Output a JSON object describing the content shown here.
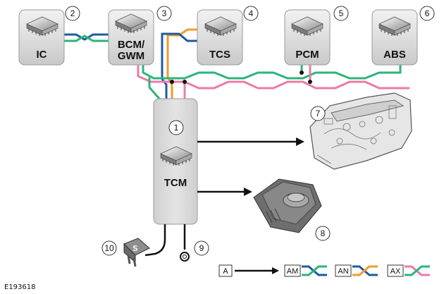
{
  "colors": {
    "can_dark_blue": "#1f5aa0",
    "can_green": "#2bb579",
    "can_orange": "#f39a2c",
    "can_pink": "#ee79a8",
    "module_fill": "#dcdcdc",
    "tcm_fill": "#d7d7d7"
  },
  "modules": {
    "ic": {
      "label": "IC",
      "callout": "2"
    },
    "bcm": {
      "label_line1": "BCM/",
      "label_line2": "GWM",
      "callout": "3"
    },
    "tcs": {
      "label": "TCS",
      "callout": "4"
    },
    "pcm": {
      "label": "PCM",
      "callout": "5"
    },
    "abs": {
      "label": "ABS",
      "callout": "6"
    }
  },
  "tcm": {
    "label": "TCM",
    "callout": "1"
  },
  "components": {
    "valve_body": {
      "callout": "7"
    },
    "selector": {
      "callout": "8"
    },
    "ground": {
      "callout": "9"
    },
    "fuse": {
      "callout": "10"
    }
  },
  "legend": {
    "a_label": "A",
    "am_label": "AM",
    "an_label": "AN",
    "ax_label": "AX"
  },
  "reference": "E193618"
}
